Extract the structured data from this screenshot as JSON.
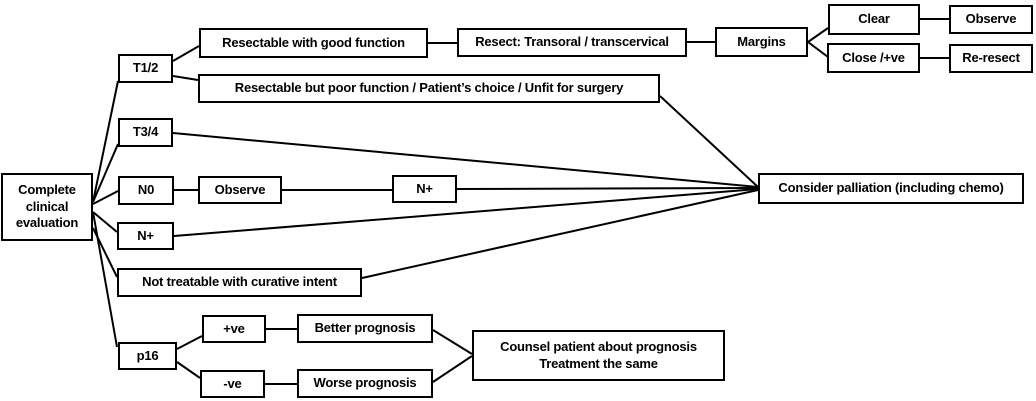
{
  "diagram": {
    "type": "flowchart",
    "colors": {
      "ink": "#000000",
      "background": "#ffffff"
    },
    "nodes": {
      "complete": "Complete\nclinical\nevaluation",
      "t12": "T1/2",
      "t34": "T3/4",
      "n0": "N0",
      "observe_after_n0": "Observe",
      "n_plus_after_observe": "N+",
      "n_plus": "N+",
      "not_treatable": "Not treatable with curative intent",
      "p16": "p16",
      "p16_positive": "+ve",
      "p16_negative": "-ve",
      "better_prognosis": "Better prognosis",
      "worse_prognosis": "Worse prognosis",
      "counsel": "Counsel patient about prognosis\nTreatment the same",
      "resectable_good_function": "Resectable with good function",
      "resectable_poor_function": "Resectable but poor function / Patient’s choice / Unfit for surgery",
      "resect_transoral": "Resect: Transoral / transcervical",
      "margins": "Margins",
      "clear": "Clear",
      "observe_after_margins": "Observe",
      "close_positive": "Close /+ve",
      "re_resect": "Re-resect",
      "consider_palliation": "Consider palliation (including chemo)"
    },
    "edges": [
      {
        "from": "complete",
        "to": "t12"
      },
      {
        "from": "complete",
        "to": "t34"
      },
      {
        "from": "complete",
        "to": "n0"
      },
      {
        "from": "complete",
        "to": "n_plus"
      },
      {
        "from": "complete",
        "to": "not_treatable"
      },
      {
        "from": "complete",
        "to": "p16"
      },
      {
        "from": "t12",
        "to": "resectable_good_function"
      },
      {
        "from": "t12",
        "to": "resectable_poor_function"
      },
      {
        "from": "resectable_good_function",
        "to": "resect_transoral"
      },
      {
        "from": "resect_transoral",
        "to": "margins"
      },
      {
        "from": "margins",
        "to": "clear"
      },
      {
        "from": "margins",
        "to": "close_positive"
      },
      {
        "from": "clear",
        "to": "observe_after_margins"
      },
      {
        "from": "close_positive",
        "to": "re_resect"
      },
      {
        "from": "n0",
        "to": "observe_after_n0"
      },
      {
        "from": "observe_after_n0",
        "to": "n_plus_after_observe"
      },
      {
        "from": "n_plus_after_observe",
        "to": "consider_palliation"
      },
      {
        "from": "t34",
        "to": "consider_palliation"
      },
      {
        "from": "resectable_poor_function",
        "to": "consider_palliation"
      },
      {
        "from": "n_plus",
        "to": "consider_palliation"
      },
      {
        "from": "not_treatable",
        "to": "consider_palliation"
      },
      {
        "from": "p16",
        "to": "p16_positive"
      },
      {
        "from": "p16",
        "to": "p16_negative"
      },
      {
        "from": "p16_positive",
        "to": "better_prognosis"
      },
      {
        "from": "p16_negative",
        "to": "worse_prognosis"
      },
      {
        "from": "better_prognosis",
        "to": "counsel"
      },
      {
        "from": "worse_prognosis",
        "to": "counsel"
      }
    ]
  }
}
